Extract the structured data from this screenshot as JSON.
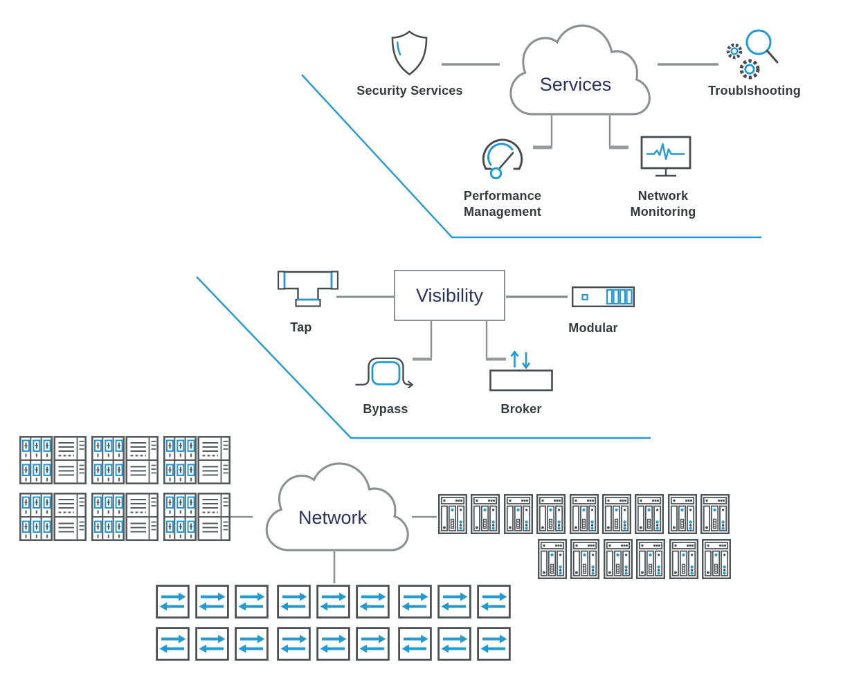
{
  "diagram": {
    "type": "layered network visibility architecture",
    "colors": {
      "accent_blue": "#1f9ad6",
      "title_navy": "#28325f",
      "label_dark": "#35393d",
      "outline_gray": "#8d9093",
      "icon_dark": "#474b4f",
      "background": "#ffffff"
    },
    "services_section": {
      "cloud_label": "Services",
      "nodes": [
        {
          "id": "security-services",
          "label": "Security Services",
          "icon": "shield-icon"
        },
        {
          "id": "troubleshooting",
          "label": "Troublshooting",
          "icon": "gears-magnifier-icon"
        },
        {
          "id": "performance-management",
          "label_line1": "Performance",
          "label_line2": "Management",
          "icon": "gauge-icon"
        },
        {
          "id": "network-monitoring",
          "label_line1": "Network",
          "label_line2": "Monitoring",
          "icon": "monitor-pulse-icon"
        }
      ]
    },
    "visibility_section": {
      "box_label": "Visibility",
      "nodes": [
        {
          "id": "tap",
          "label": "Tap",
          "icon": "tap-icon"
        },
        {
          "id": "modular",
          "label": "Modular",
          "icon": "modular-chassis-icon"
        },
        {
          "id": "bypass",
          "label": "Bypass",
          "icon": "bypass-loop-icon"
        },
        {
          "id": "broker",
          "label": "Broker",
          "icon": "broker-icon"
        }
      ]
    },
    "network_section": {
      "cloud_label": "Network",
      "server_rack_groups": 6,
      "appliances_top_row": 9,
      "appliances_bottom_row": 6,
      "switch_rows": 2,
      "switches_per_row": 9
    },
    "separator_lines": 2
  }
}
